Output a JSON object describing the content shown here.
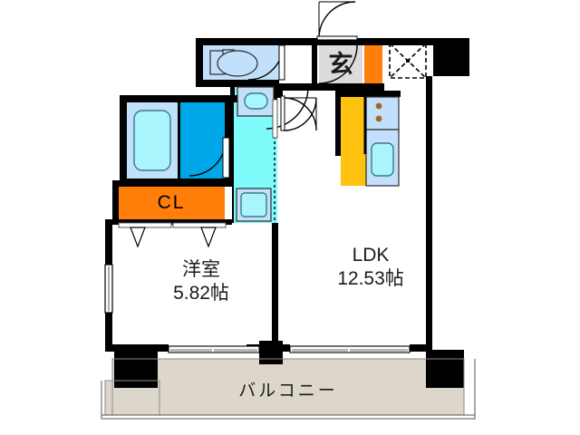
{
  "plan": {
    "type": "japanese-floor-plan",
    "title": "1LDK madori",
    "rooms": [
      {
        "id": "washitsu",
        "name_jp": "洋室",
        "area": "5.82帖",
        "label_lines": [
          "洋室",
          "5.82帖"
        ]
      },
      {
        "id": "ldk",
        "name_jp": "LDK",
        "area": "12.53帖",
        "label_lines": [
          "LDK",
          "12.53帖"
        ]
      },
      {
        "id": "balcony",
        "name_jp": "バルコニー",
        "area": "",
        "label_lines": [
          "バルコニー"
        ]
      },
      {
        "id": "closet",
        "name_jp": "CL",
        "area": "",
        "label_lines": [
          "CL"
        ]
      },
      {
        "id": "genkan",
        "name_jp": "玄",
        "area": "",
        "label_lines": [
          "玄"
        ]
      }
    ],
    "labels": {
      "room_bedroom_name": "洋室",
      "room_bedroom_size": "5.82帖",
      "room_ldk_name": "LDK",
      "room_ldk_size": "12.53帖",
      "balcony": "バルコニー",
      "closet": "CL",
      "entrance": "玄"
    },
    "fixtures": [
      {
        "name": "toilet",
        "label": ""
      },
      {
        "name": "bathtub",
        "label": ""
      },
      {
        "name": "washbasin",
        "label": ""
      },
      {
        "name": "washing-machine-pan",
        "label": ""
      },
      {
        "name": "kitchen-sink",
        "label": ""
      },
      {
        "name": "gas-stove",
        "label": ""
      },
      {
        "name": "pipe-shaft",
        "label": ""
      }
    ],
    "colors": {
      "wall": "#000000",
      "balcony_fill": "#ddd7cb",
      "closet_fill": "#ff7f0a",
      "kitchen_counter_fill": "#ffc20e",
      "corridor_fill": "#7ffbfb",
      "bath_fill": "#00a7e8",
      "fixture_fill": "#c2dffb",
      "fixture_inner": "#aaf4fb",
      "entrance_fill": "#dcdcdc",
      "text": "#1a1a1a"
    }
  }
}
